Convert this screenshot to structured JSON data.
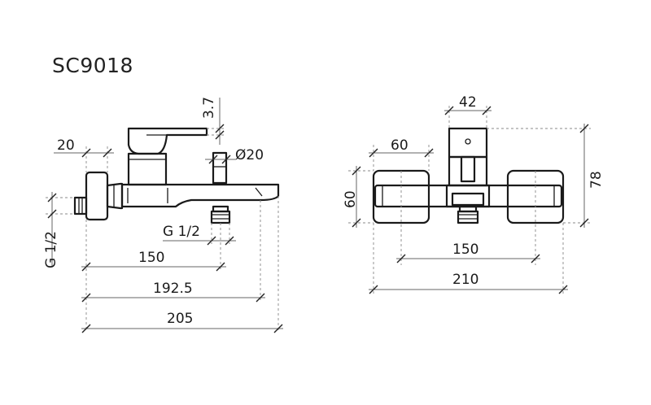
{
  "title": "SC9018",
  "side_view": {
    "dims": {
      "handle_offset": "3.7",
      "inlet_depth": "20",
      "spout_diameter": "Ø20",
      "inlet_thread": "G 1/2",
      "outlet_thread": "G 1/2",
      "to_outlet": "150",
      "to_spout_end": "192.5",
      "total_length": "205"
    }
  },
  "front_view": {
    "dims": {
      "body_width": "42",
      "flange_width": "60",
      "flange_height": "60",
      "total_height": "78",
      "centre_distance": "150",
      "total_width": "210"
    }
  }
}
